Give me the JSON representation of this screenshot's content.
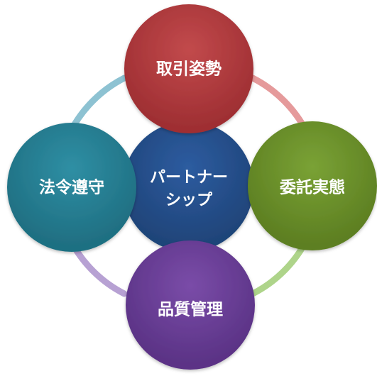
{
  "diagram": {
    "center": {
      "lines": [
        "パートナー",
        "シップ"
      ],
      "color": "#264f8f"
    },
    "nodes": {
      "top": {
        "label": "取引姿勢",
        "color": "#b33a3d"
      },
      "right": {
        "label": "委託実態",
        "color": "#6b8f2a"
      },
      "bottom": {
        "label": "品質管理",
        "color": "#6b3f98"
      },
      "left": {
        "label": "法令遵守",
        "color": "#277f93"
      }
    },
    "ring_colors": {
      "top_right": "#e59a9b",
      "right_bottom": "#aed48a",
      "bottom_left": "#b7a1d3",
      "left_top": "#8dc2d2"
    }
  }
}
